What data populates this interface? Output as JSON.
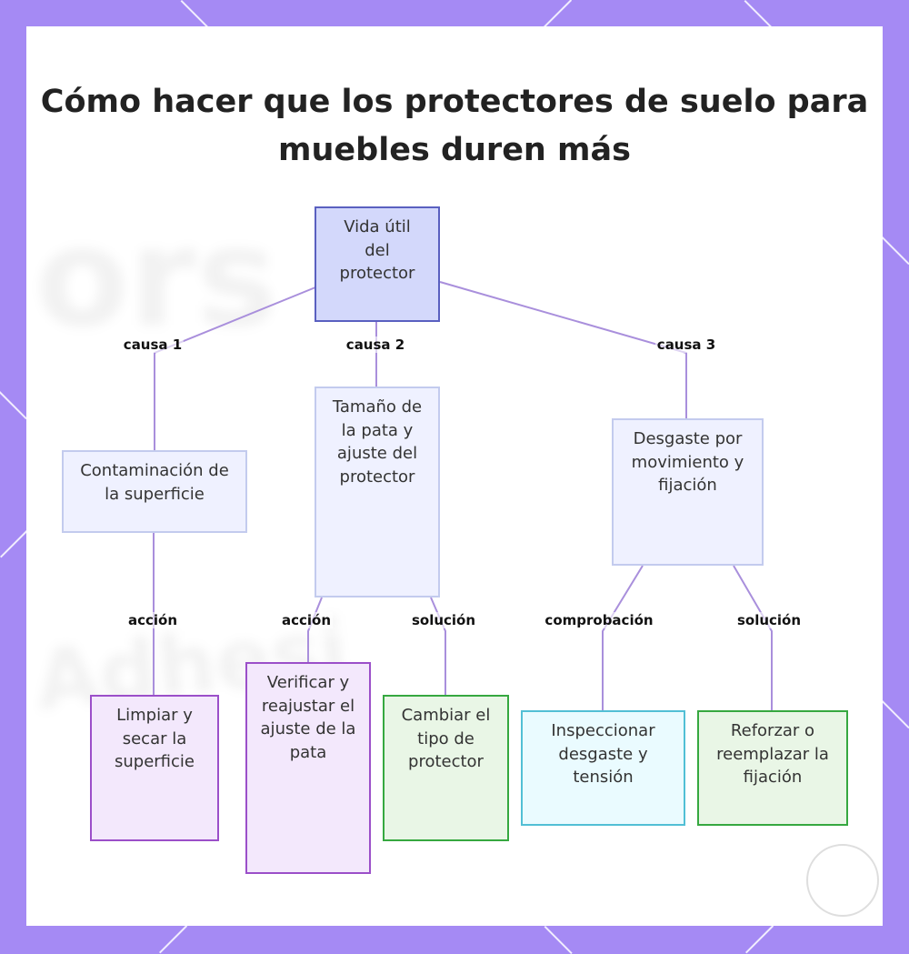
{
  "title": "Cómo hacer que los protectores de suelo para muebles duren más",
  "colors": {
    "frame": "#a58af4",
    "root_fill": "#d3d8fb",
    "root_border": "#5a60c0",
    "mid_fill": "#eff1ff",
    "mid_border": "#c3cbee",
    "purple_fill": "#f3e8fc",
    "purple_border": "#9b4fc9",
    "green_fill": "#e9f6e6",
    "green_border": "#36a840",
    "cyan_fill": "#eafbff",
    "cyan_border": "#52bfd5",
    "edge": "#a98fdc"
  },
  "nodes": {
    "root": "Vida útil del protector",
    "cause1": "Contaminación de la superficie",
    "cause2": "Tamaño de la pata y ajuste del protector",
    "cause3": "Desgaste por movimiento y fijación",
    "clean": "Limpiar y secar la superficie",
    "verify": "Verificar y reajustar el ajuste de la pata",
    "change": "Cambiar el tipo de protector",
    "inspect": "Inspeccionar desgaste y tensión",
    "reinforce": "Reforzar o reemplazar la fijación"
  },
  "edges": {
    "e1": "causa 1",
    "e2": "causa 2",
    "e3": "causa 3",
    "e4": "acción",
    "e5": "acción",
    "e6": "solución",
    "e7": "comprobación",
    "e8": "solución"
  }
}
